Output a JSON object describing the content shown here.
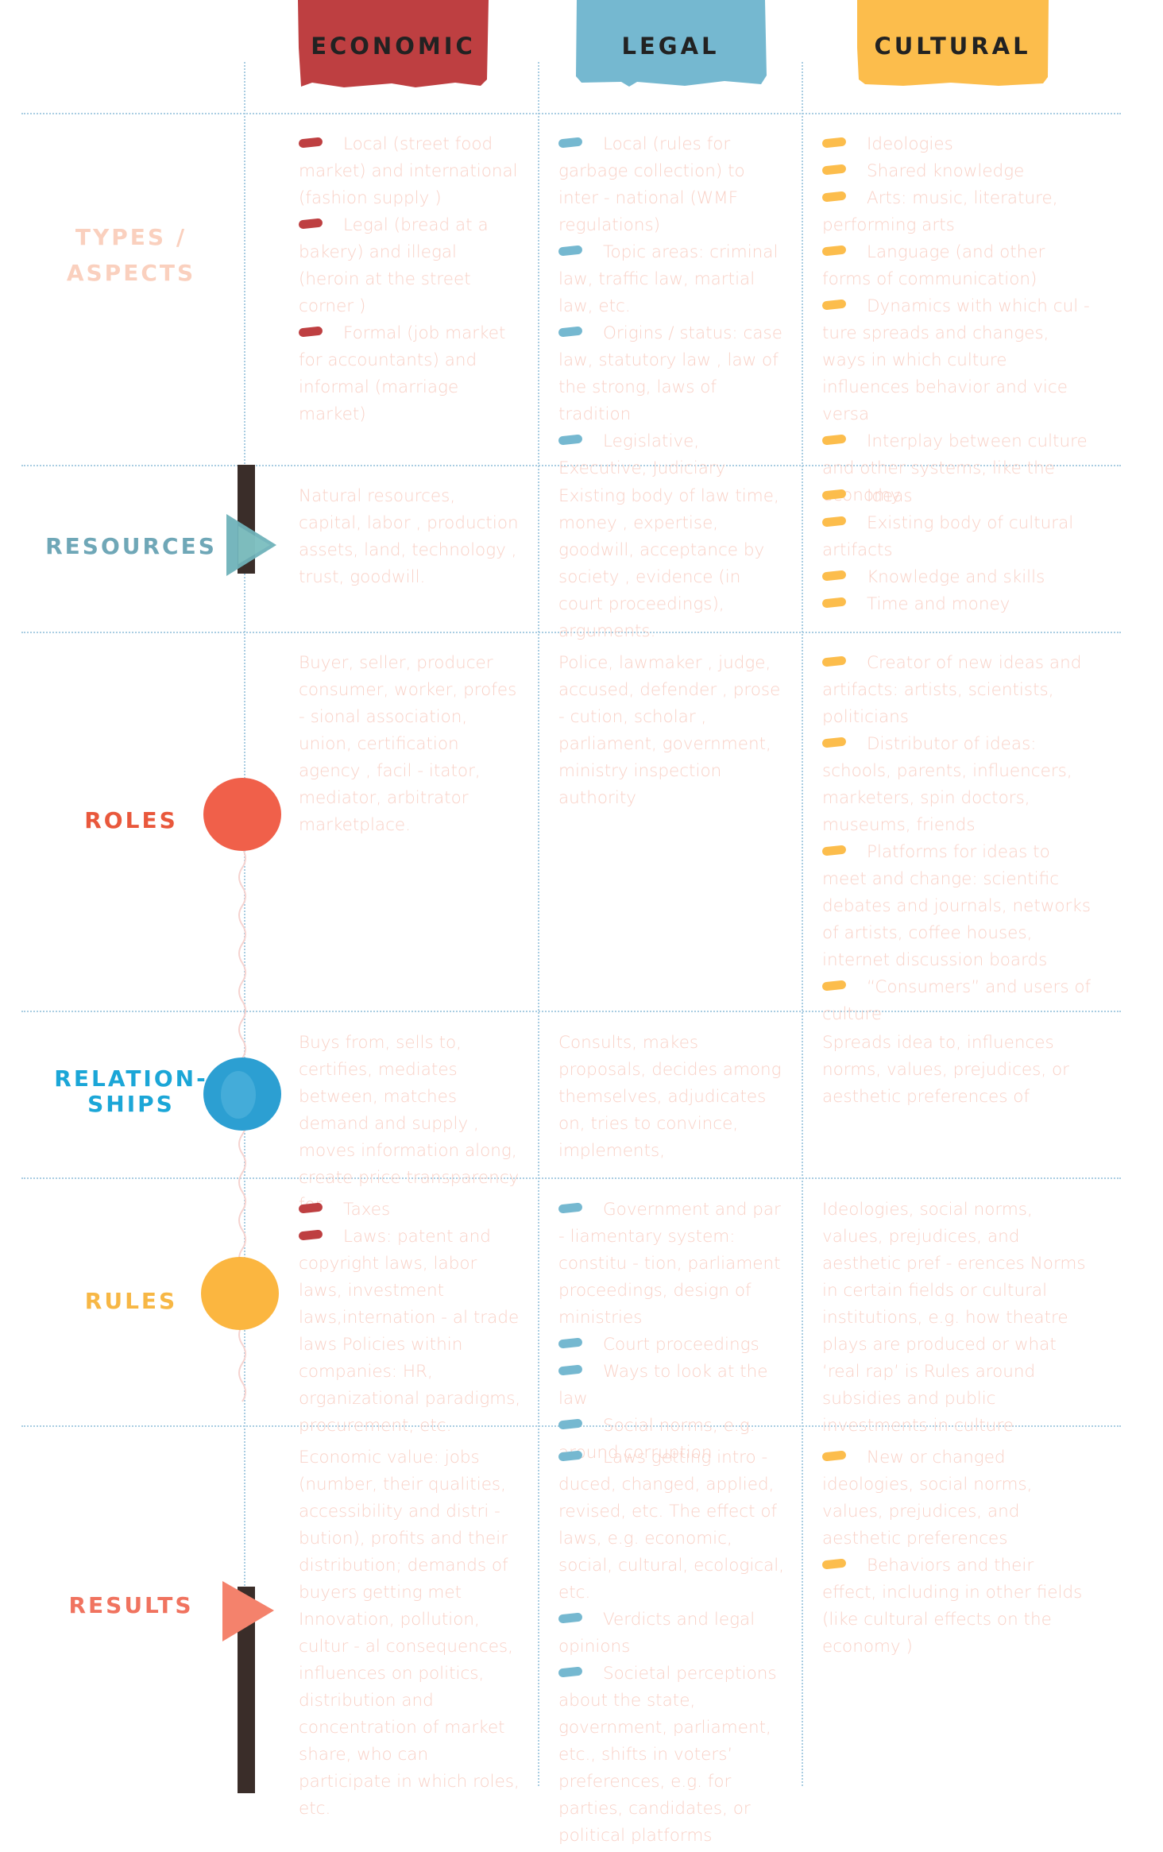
{
  "colors": {
    "economic": "#be3f41",
    "legal": "#75b8d0",
    "cultural": "#fcbd4c",
    "grid": "#a9cde2",
    "text": "#f9d2c8"
  },
  "columns": [
    {
      "key": "economic",
      "label": "ECONOMIC"
    },
    {
      "key": "legal",
      "label": "LEGAL"
    },
    {
      "key": "cultural",
      "label": "CULTURAL"
    }
  ],
  "rows": [
    {
      "key": "types",
      "label_lines": [
        "TYPES /",
        "ASPECTS"
      ],
      "label_color": "#fad0be",
      "icon": "none",
      "cells": {
        "economic": [
          {
            "bullet": true,
            "text": "Local (street food market) and international (fashion supply )"
          },
          {
            "bullet": true,
            "text": "Legal (bread at a bakery) and illegal (heroin at the street corner )"
          },
          {
            "bullet": true,
            "text": "Formal (job market for accountants) and informal (marriage market)"
          }
        ],
        "legal": [
          {
            "bullet": true,
            "text": "Local (rules for garbage collection) to inter - national (WMF regulations)"
          },
          {
            "bullet": true,
            "text": "Topic areas: criminal law, traffic law, martial law, etc."
          },
          {
            "bullet": true,
            "text": "Origins / status: case law, statutory law , law of the strong, laws of tradition"
          },
          {
            "bullet": true,
            "text": "Legislative, Executive, Judiciary"
          }
        ],
        "cultural": [
          {
            "bullet": true,
            "text": "Ideologies"
          },
          {
            "bullet": true,
            "text": "Shared knowledge"
          },
          {
            "bullet": true,
            "text": "Arts: music, literature, performing arts"
          },
          {
            "bullet": true,
            "text": "Language (and other forms of communication)"
          },
          {
            "bullet": true,
            "text": "Dynamics with which cul - ture spreads and changes, ways in which culture influences behavior and vice versa"
          },
          {
            "bullet": true,
            "text": "Interplay between culture and other systems, like the economy"
          }
        ]
      }
    },
    {
      "key": "resources",
      "label_lines": [
        "RESOURCES"
      ],
      "label_color": "#6fa7b7",
      "icon": "play-triangle-icon",
      "cells": {
        "economic": [
          {
            "bullet": false,
            "text": "Natural resources, capital, labor , production assets, land, technology , trust, goodwill."
          }
        ],
        "legal": [
          {
            "bullet": false,
            "text": "Existing body of law time, money , expertise, goodwill, acceptance by society , evidence (in court proceedings), arguments."
          }
        ],
        "cultural": [
          {
            "bullet": true,
            "text": "Ideas"
          },
          {
            "bullet": true,
            "text": "Existing body of cultural artifacts"
          },
          {
            "bullet": true,
            "text": "Knowledge and skills"
          },
          {
            "bullet": true,
            "text": "Time and money"
          }
        ]
      }
    },
    {
      "key": "roles",
      "label_lines": [
        "ROLES"
      ],
      "label_color": "#e9583c",
      "icon": "orange-circle-icon",
      "cells": {
        "economic": [
          {
            "bullet": false,
            "text": "Buyer, seller, producer consumer, worker, profes - sional association, union, certification agency , facil - itator, mediator, arbitrator marketplace."
          }
        ],
        "legal": [
          {
            "bullet": false,
            "text": "Police, lawmaker , judge, accused, defender , prose - cution, scholar , parliament, government, ministry inspection authority"
          }
        ],
        "cultural": [
          {
            "bullet": true,
            "text": "Creator of new ideas and artifacts: artists, scientists, politicians"
          },
          {
            "bullet": true,
            "text": "Distributor of ideas: schools, parents, influencers, marketers, spin doctors, museums, friends"
          },
          {
            "bullet": true,
            "text": "Platforms for ideas to meet and change: scientific debates and journals, networks of artists, coffee houses, internet discussion boards"
          },
          {
            "bullet": true,
            "text": "“Consumers” and users of culture"
          }
        ]
      }
    },
    {
      "key": "relationships",
      "label_lines": [
        "RELATION-",
        "SHIPS"
      ],
      "label_color": "#1ba6d7",
      "icon": "blue-circle-icon",
      "cells": {
        "economic": [
          {
            "bullet": false,
            "text": "Buys from, sells to, certifies, mediates between, matches demand and supply , moves information along, create price transparency for"
          }
        ],
        "legal": [
          {
            "bullet": false,
            "text": "Consults, makes proposals, decides among themselves, adjudicates on, tries to convince, implements,"
          }
        ],
        "cultural": [
          {
            "bullet": false,
            "text": "Spreads idea to, influences norms, values, prejudices, or aesthetic preferences of"
          }
        ]
      }
    },
    {
      "key": "rules",
      "label_lines": [
        "RULES"
      ],
      "label_color": "#f7b745",
      "icon": "yellow-circle-icon",
      "cells": {
        "economic": [
          {
            "bullet": true,
            "text": "Taxes"
          },
          {
            "bullet": true,
            "text": "Laws: patent and copyright laws, labor laws, investment laws,internation - al trade laws Policies within companies: HR, organizational paradigms, procurement, etc."
          }
        ],
        "legal": [
          {
            "bullet": true,
            "text": "Government and par - liamentary system: constitu - tion, parliament proceedings, design of ministries"
          },
          {
            "bullet": true,
            "text": "Court proceedings"
          },
          {
            "bullet": true,
            "text": "Ways to look at the law"
          },
          {
            "bullet": true,
            "text": "Social norms, e.g. around corruption"
          }
        ],
        "cultural": [
          {
            "bullet": false,
            "text": "Ideologies, social norms, values, prejudices, and aesthetic pref - erences Norms in certain fields or cultural institutions, e.g. how theatre plays are produced or what ‘real rap’ is Rules around subsidies and public investments in culture"
          }
        ]
      }
    },
    {
      "key": "results",
      "label_lines": [
        "RESULTS"
      ],
      "label_color": "#f0735f",
      "icon": "flag-icon",
      "cells": {
        "economic": [
          {
            "bullet": false,
            "text": "Economic value: jobs (number, their qualities, accessibility and distri - bution), profits and their distribution; demands of buyers getting met Innovation, pollution, cultur - al consequences, influences on politics, distribution and concentration of market share, who can participate in which roles, etc."
          }
        ],
        "legal": [
          {
            "bullet": true,
            "text": "Laws getting intro - duced, changed, applied, revised, etc. The effect of laws, e.g. economic, social, cultural, ecological, etc."
          },
          {
            "bullet": true,
            "text": "Verdicts and legal opinions"
          },
          {
            "bullet": true,
            "text": "Societal perceptions about the state, government, parliament, etc., shifts in voters’ preferences, e.g. for parties, candidates, or political platforms"
          }
        ],
        "cultural": [
          {
            "bullet": true,
            "text": "New or changed ideologies, social norms, values, prejudices, and aesthetic preferences"
          },
          {
            "bullet": true,
            "text": "Behaviors and their effect, including in other fields (like cultural effects on the economy )"
          }
        ]
      }
    }
  ]
}
